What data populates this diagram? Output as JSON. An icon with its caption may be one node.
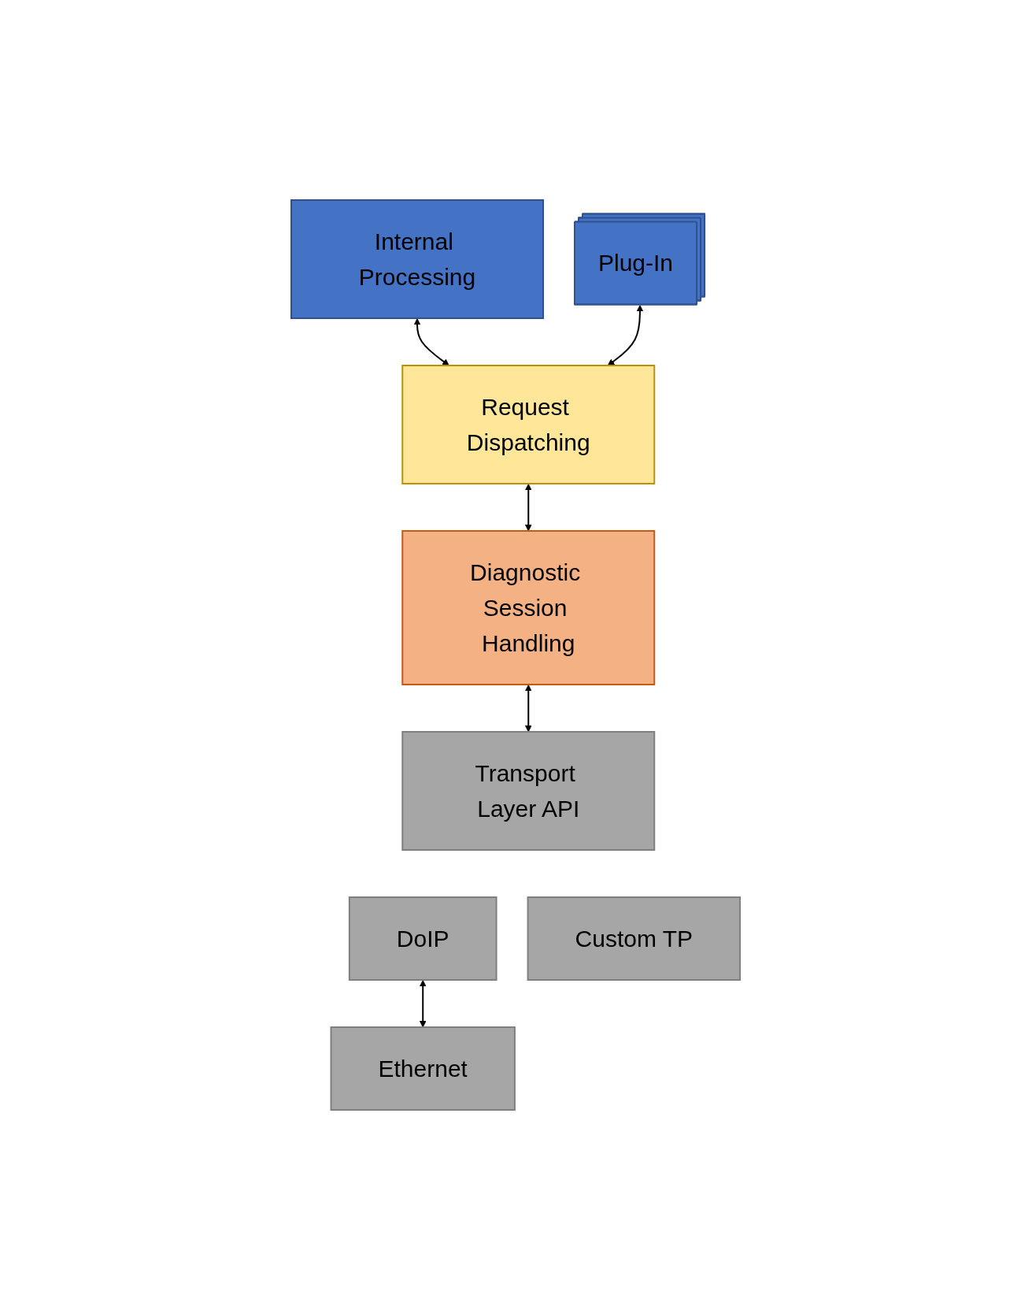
{
  "diagram": {
    "nodes": [
      {
        "text": [
          "Internal Processing"
        ]
      },
      {
        "text": [
          "Plug-In"
        ]
      },
      {
        "text": [
          "Request Dispatching"
        ]
      },
      {
        "text": [
          "Diagnostic Session Handling"
        ]
      },
      {
        "text": [
          "Transport Layer API"
        ]
      },
      {
        "text": [
          "DoIP"
        ]
      },
      {
        "text": [
          "Custom TP"
        ]
      },
      {
        "text": [
          "Ethernet"
        ]
      }
    ],
    "edges": [
      {
        "from": 0,
        "to": 2,
        "arrow": "both"
      },
      {
        "from": 1,
        "to": 2,
        "arrow": "both"
      },
      {
        "from": 2,
        "to": 3,
        "arrow": "both"
      },
      {
        "from": 3,
        "to": 4,
        "arrow": "both"
      },
      {
        "from": 5,
        "to": 7,
        "arrow": "both"
      }
    ]
  }
}
